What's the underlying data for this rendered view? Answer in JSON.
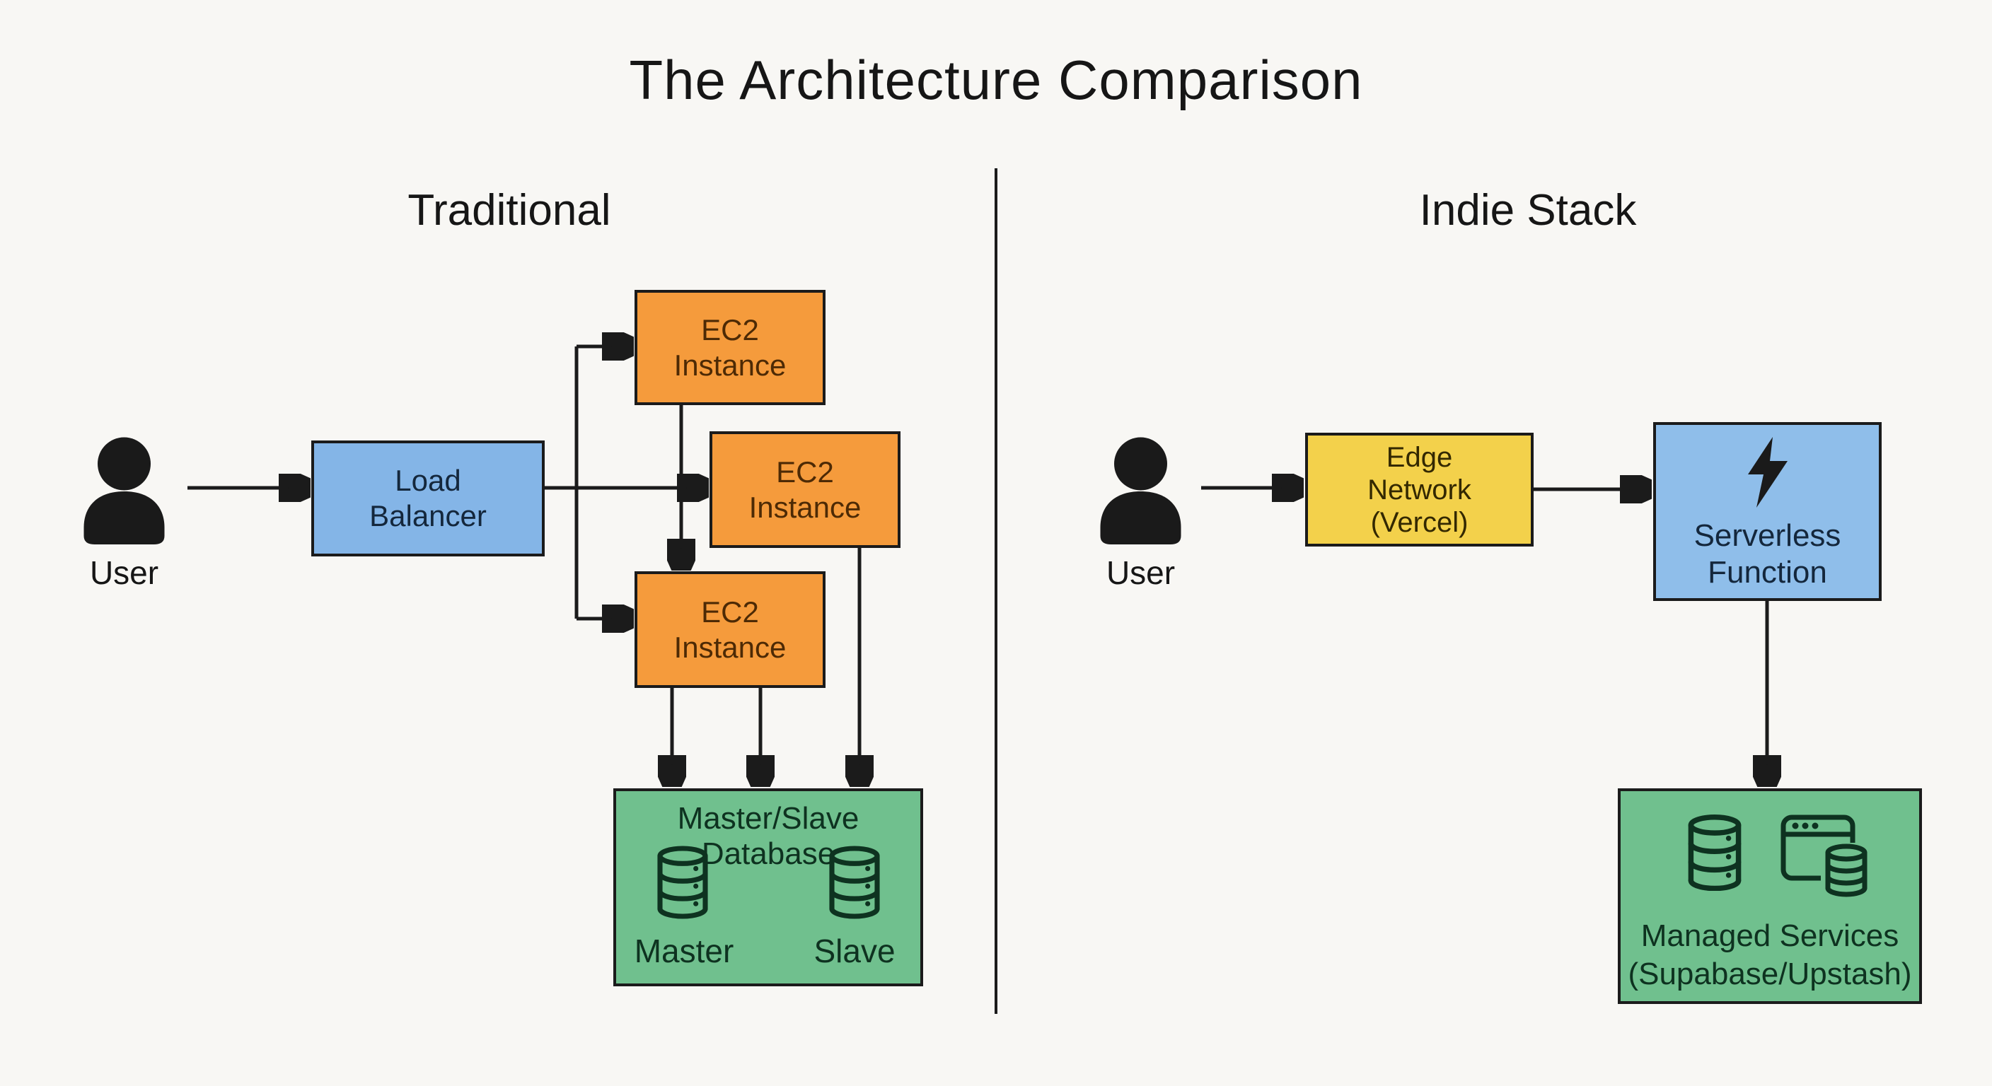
{
  "title": "The Architecture Comparison",
  "palette": {
    "background": "#F8F7F4",
    "line": "#1B1B1B",
    "box_border": "#1B1B1B",
    "blue": "#84B5E7",
    "blue_light": "#8FBEEA",
    "orange": "#F59B3C",
    "yellow": "#F3D14B",
    "green": "#70C08E",
    "text_dark": "#161616",
    "text_on_blue": "#14273C",
    "text_on_orange": "#4D2A05",
    "text_on_yellow": "#332800",
    "text_on_green": "#0E3220"
  },
  "left": {
    "heading": "Traditional",
    "user_label": "User",
    "load_balancer": {
      "line1": "Load",
      "line2": "Balancer"
    },
    "ec2_top": {
      "line1": "EC2",
      "line2": "Instance"
    },
    "ec2_middle": {
      "line1": "EC2",
      "line2": "Instance"
    },
    "ec2_bottom": {
      "line1": "EC2",
      "line2": "Instance"
    },
    "database": {
      "title": "Master/Slave Database",
      "master_label": "Master",
      "slave_label": "Slave"
    }
  },
  "right": {
    "heading": "Indie Stack",
    "user_label": "User",
    "edge_network": {
      "line1": "Edge",
      "line2": "Network",
      "line3": "(Vercel)"
    },
    "serverless_function": {
      "line1": "Serverless",
      "line2": "Function"
    },
    "managed_services": {
      "line1": "Managed Services",
      "line2": "(Supabase/Upstash)"
    }
  },
  "icons": {
    "user": "person-silhouette",
    "database": "database-cylinder",
    "serverless": "lightning-bolt",
    "managed": "browser-window-with-database"
  }
}
